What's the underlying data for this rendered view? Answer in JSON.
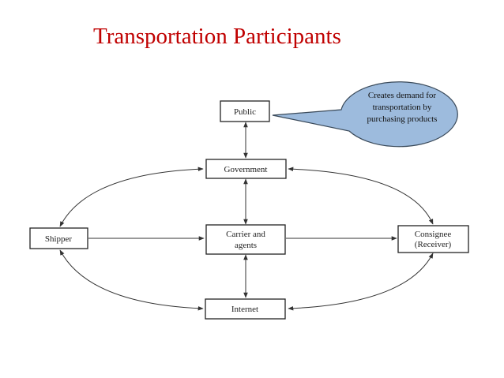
{
  "title": "Transportation Participants",
  "nodes": {
    "public": "Public",
    "government": "Government",
    "shipper": "Shipper",
    "carrier": [
      "Carrier and",
      "agents"
    ],
    "consignee": [
      "Consignee",
      "(Receiver)"
    ],
    "internet": "Internet"
  },
  "callout": {
    "lines": [
      "Creates demand for",
      "transportation by",
      "purchasing products"
    ],
    "fill_color": "#9dbbdd"
  },
  "colors": {
    "title": "#c00000"
  }
}
